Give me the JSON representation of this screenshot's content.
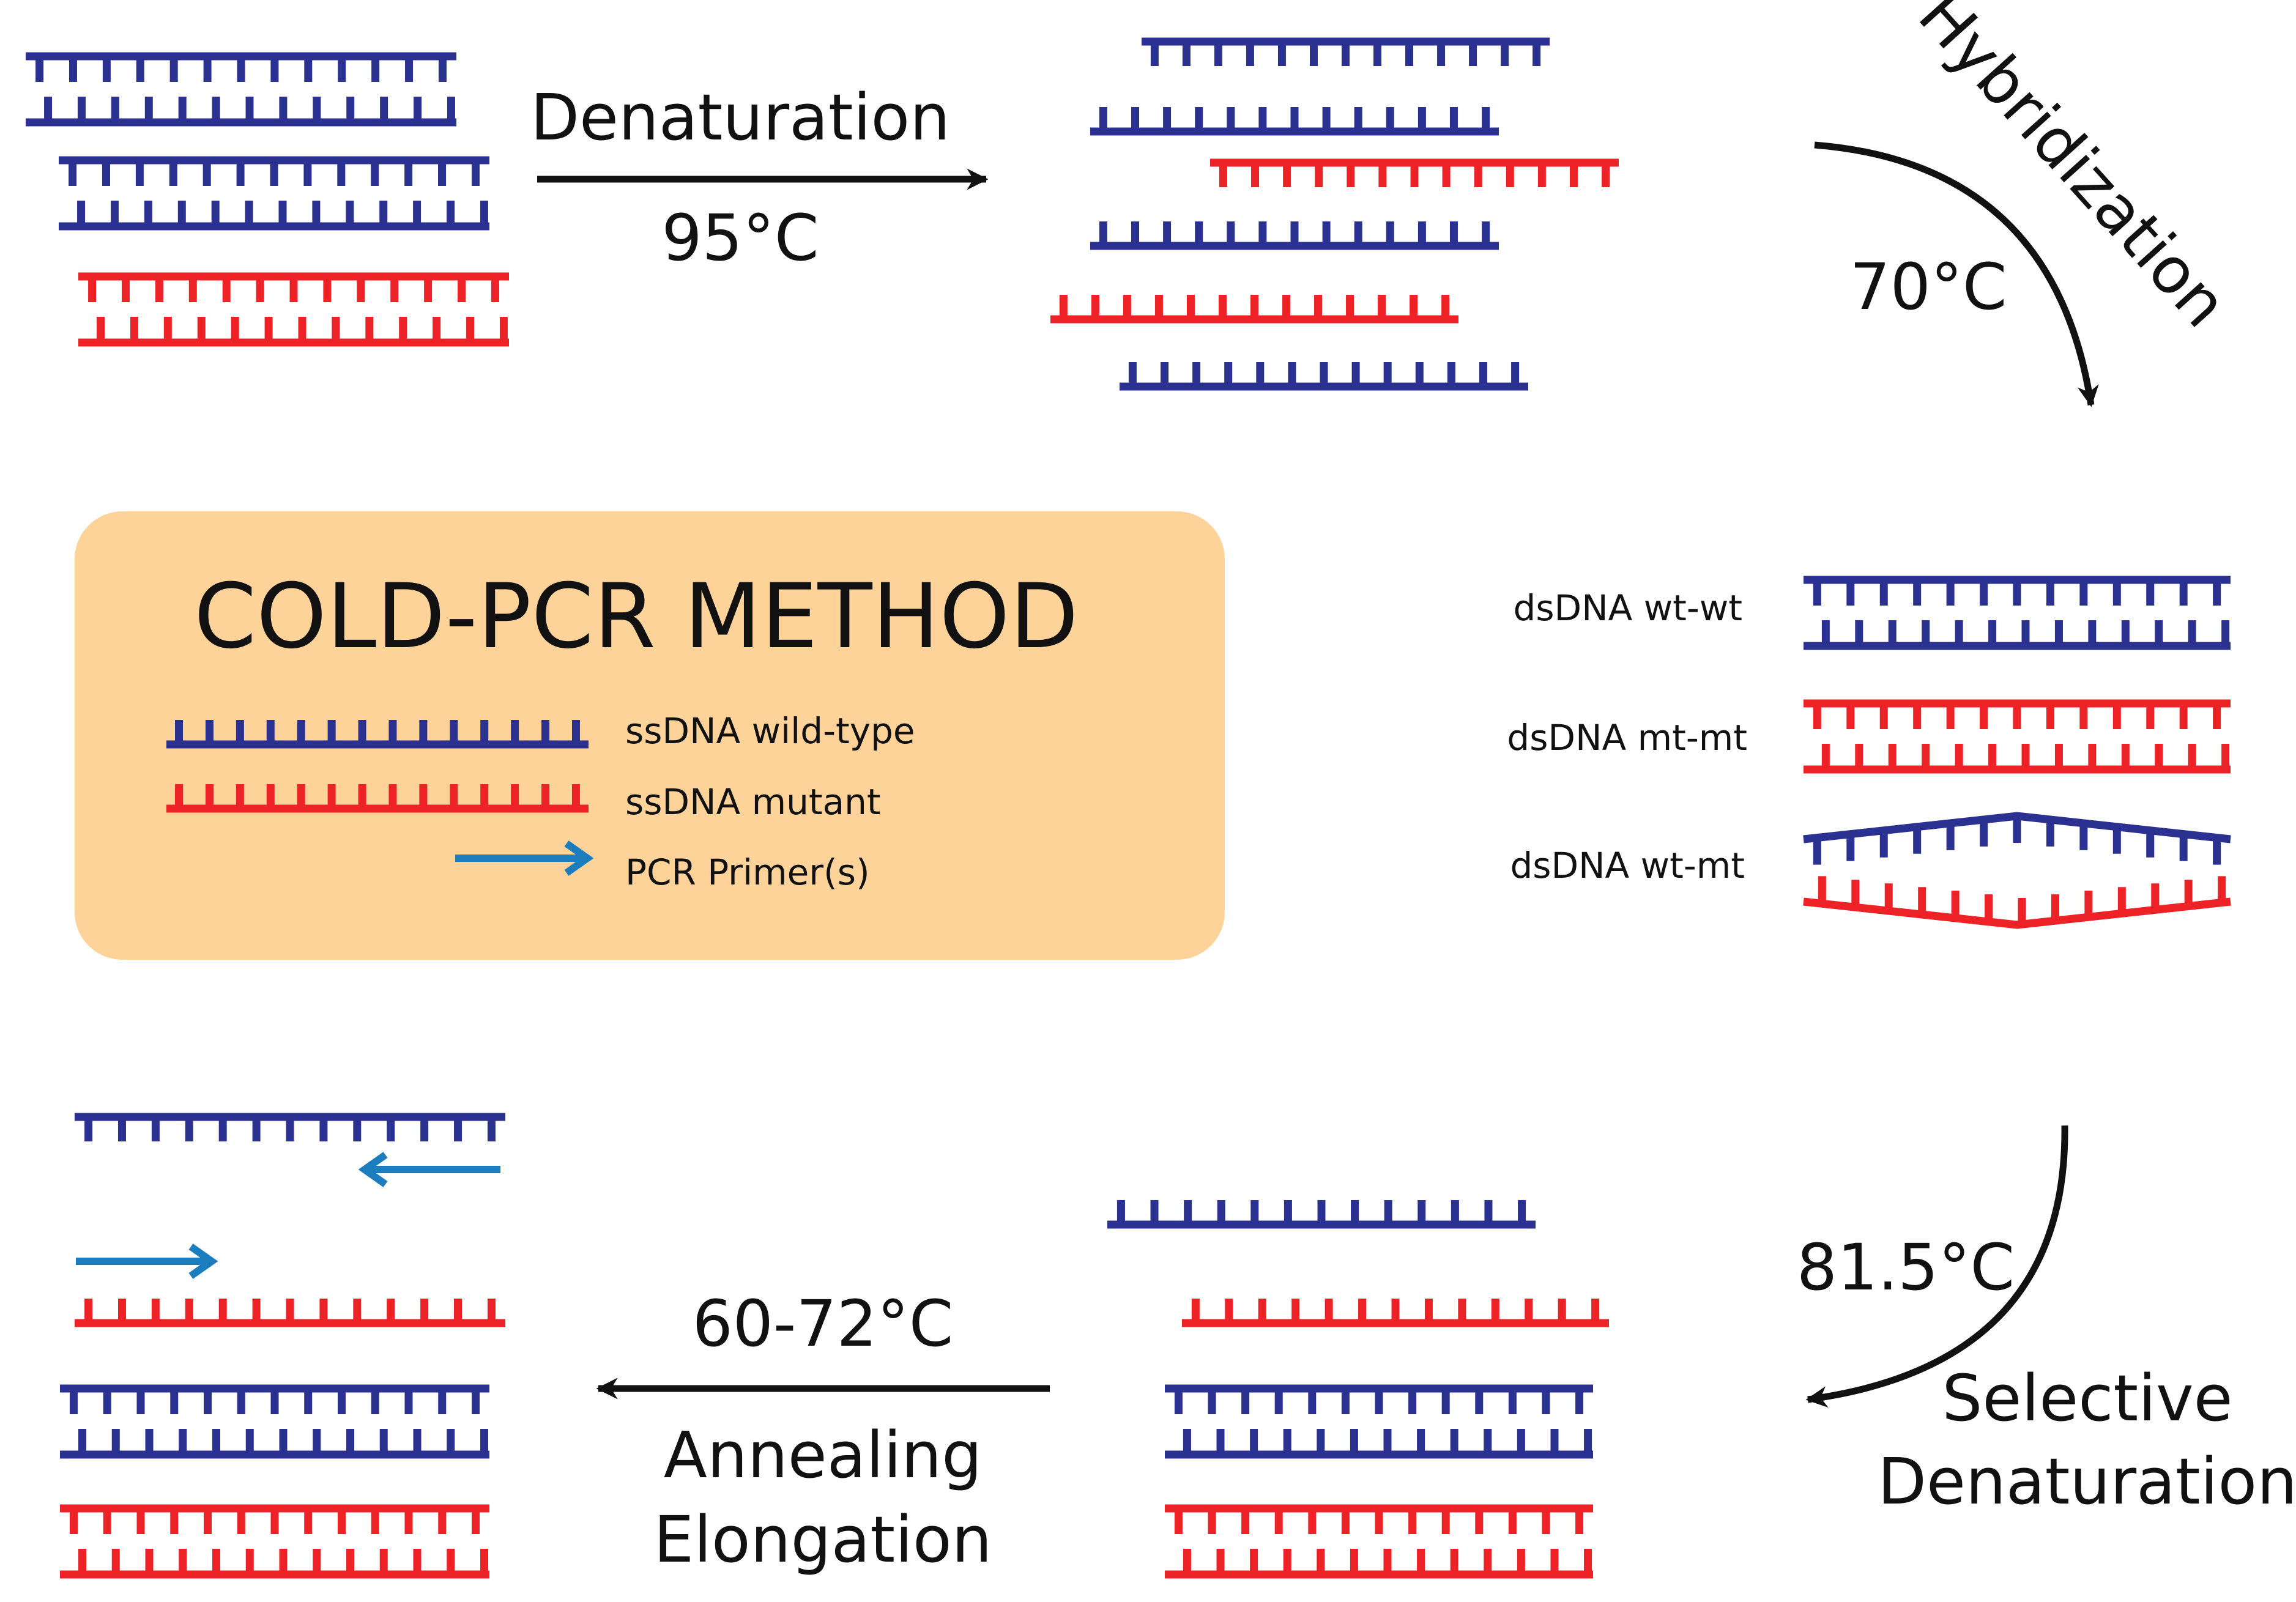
{
  "colors": {
    "wildtype": "#2b3190",
    "mutant": "#ec2227",
    "primer": "#1b7dbd",
    "arrow": "#111111",
    "legend_bg": "#fdd39a",
    "text": "#111111"
  },
  "steps": {
    "denaturation": {
      "label": "Denaturation",
      "temp": "95°C"
    },
    "hybridization": {
      "label": "Hybridization",
      "temp": "70°C"
    },
    "selective": {
      "label_line1": "Selective",
      "label_line2": "Denaturation",
      "temp": "81.5°C"
    },
    "annealing": {
      "label_line1": "Annealing",
      "label_line2": "Elongation",
      "temp": "60-72°C"
    }
  },
  "legend": {
    "title": "COLD-PCR METHOD",
    "items": [
      {
        "key": "wildtype",
        "label": "ssDNA wild-type"
      },
      {
        "key": "mutant",
        "label": "ssDNA mutant"
      },
      {
        "key": "primer",
        "label": "PCR Primer(s)"
      }
    ]
  },
  "duplex_labels": [
    "dsDNA wt-wt",
    "dsDNA mt-mt",
    "dsDNA wt-mt"
  ]
}
